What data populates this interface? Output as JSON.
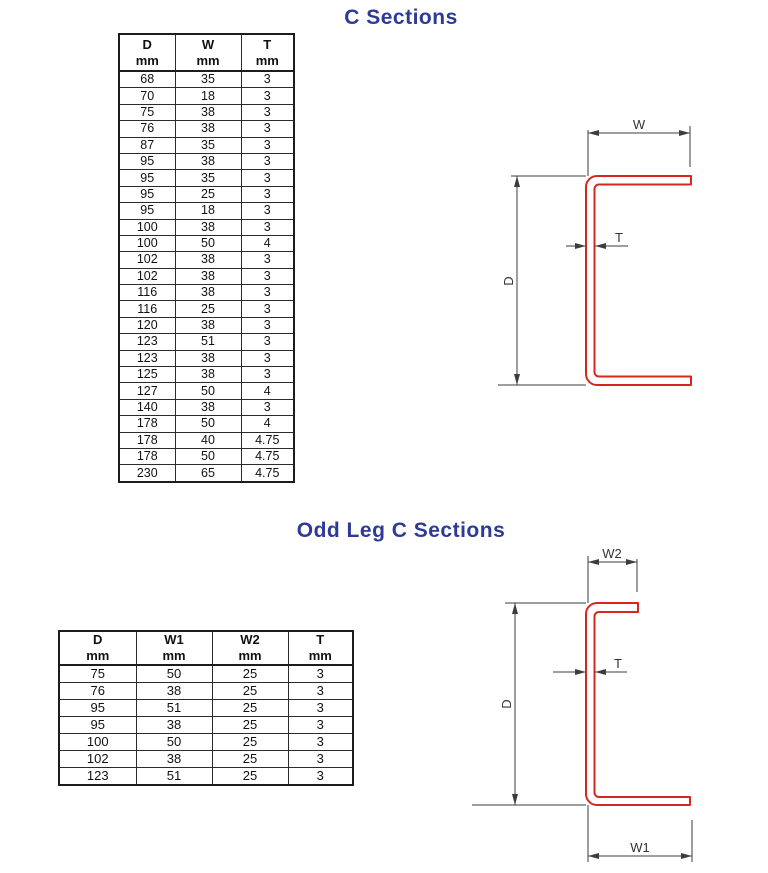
{
  "colors": {
    "title_blue": "#2e3a97",
    "profile_red": "#d7261d",
    "dim": "#3d3d3d"
  },
  "c_sections": {
    "title": "C Sections",
    "table": {
      "headers": [
        {
          "label": "D",
          "unit": "mm"
        },
        {
          "label": "W",
          "unit": "mm"
        },
        {
          "label": "T",
          "unit": "mm"
        }
      ],
      "rows": [
        [
          "68",
          "35",
          "3"
        ],
        [
          "70",
          "18",
          "3"
        ],
        [
          "75",
          "38",
          "3"
        ],
        [
          "76",
          "38",
          "3"
        ],
        [
          "87",
          "35",
          "3"
        ],
        [
          "95",
          "38",
          "3"
        ],
        [
          "95",
          "35",
          "3"
        ],
        [
          "95",
          "25",
          "3"
        ],
        [
          "95",
          "18",
          "3"
        ],
        [
          "100",
          "38",
          "3"
        ],
        [
          "100",
          "50",
          "4"
        ],
        [
          "102",
          "38",
          "3"
        ],
        [
          "102",
          "38",
          "3"
        ],
        [
          "116",
          "38",
          "3"
        ],
        [
          "116",
          "25",
          "3"
        ],
        [
          "120",
          "38",
          "3"
        ],
        [
          "123",
          "51",
          "3"
        ],
        [
          "123",
          "38",
          "3"
        ],
        [
          "125",
          "38",
          "3"
        ],
        [
          "127",
          "50",
          "4"
        ],
        [
          "140",
          "38",
          "3"
        ],
        [
          "178",
          "50",
          "4"
        ],
        [
          "178",
          "40",
          "4.75"
        ],
        [
          "178",
          "50",
          "4.75"
        ],
        [
          "230",
          "65",
          "4.75"
        ]
      ]
    },
    "diagram": {
      "width_label": "W",
      "depth_label": "D",
      "thickness_label": "T"
    }
  },
  "odd_leg_c_sections": {
    "title": "Odd Leg C Sections",
    "table": {
      "headers": [
        {
          "label": "D",
          "unit": "mm"
        },
        {
          "label": "W1",
          "unit": "mm"
        },
        {
          "label": "W2",
          "unit": "mm"
        },
        {
          "label": "T",
          "unit": "mm"
        }
      ],
      "rows": [
        [
          "75",
          "50",
          "25",
          "3"
        ],
        [
          "76",
          "38",
          "25",
          "3"
        ],
        [
          "95",
          "51",
          "25",
          "3"
        ],
        [
          "95",
          "38",
          "25",
          "3"
        ],
        [
          "100",
          "50",
          "25",
          "3"
        ],
        [
          "102",
          "38",
          "25",
          "3"
        ],
        [
          "123",
          "51",
          "25",
          "3"
        ]
      ]
    },
    "diagram": {
      "top_width_label": "W2",
      "depth_label": "D",
      "thickness_label": "T",
      "bottom_width_label": "W1"
    }
  }
}
